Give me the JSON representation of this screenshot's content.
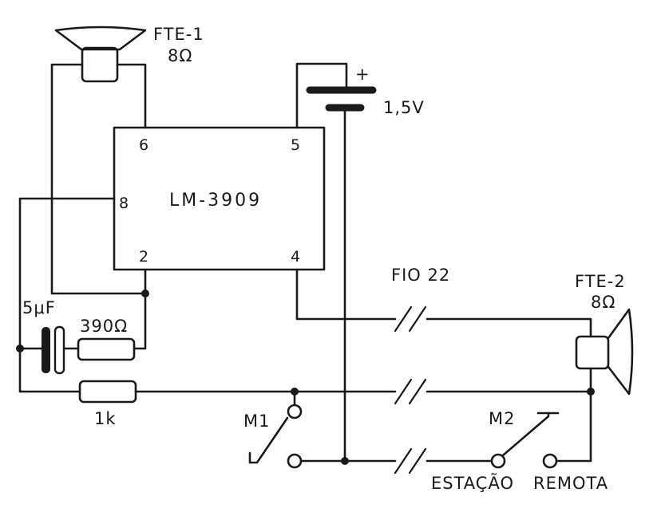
{
  "speaker1": {
    "name": "FTE-1",
    "impedance": "8Ω"
  },
  "speaker2": {
    "name": "FTE-2",
    "impedance": "8Ω"
  },
  "battery": {
    "polarity": "+",
    "voltage": "1,5V"
  },
  "ic": {
    "part": "LM-3909",
    "pins": {
      "p6": "6",
      "p5": "5",
      "p8": "8",
      "p2": "2",
      "p4": "4"
    }
  },
  "capacitor": {
    "value": "5μF"
  },
  "resistor_390": {
    "value": "390Ω"
  },
  "resistor_1k": {
    "value": "1k"
  },
  "wire_label": "FIO 22",
  "switch1": {
    "label": "M1"
  },
  "switch2": {
    "label": "M2"
  },
  "station": {
    "label": "ESTAÇÃO"
  },
  "remote": {
    "label": "REMOTA"
  }
}
